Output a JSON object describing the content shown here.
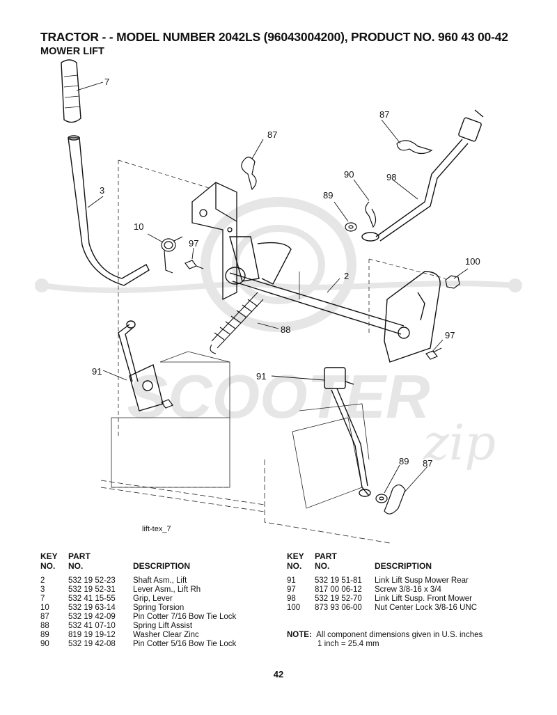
{
  "header": {
    "title": "TRACTOR - - MODEL NUMBER 2042LS (96043004200), PRODUCT NO. 960 43 00-42",
    "subtitle": "MOWER LIFT"
  },
  "diagram": {
    "callouts": [
      "7",
      "3",
      "10",
      "97",
      "87",
      "2",
      "88",
      "91",
      "87",
      "90",
      "98",
      "89",
      "100",
      "97",
      "91",
      "89",
      "87"
    ],
    "figure_tag": "lift-tex_7",
    "watermark_brand": "SCOOTER",
    "watermark_script": "zip"
  },
  "table_headers": {
    "key_1": "KEY",
    "key_2": "NO.",
    "part_1": "PART",
    "part_2": "NO.",
    "description": "DESCRIPTION"
  },
  "parts_left": [
    {
      "key": "2",
      "part": "532 19 52-23",
      "desc": "Shaft Asm., Lift"
    },
    {
      "key": "3",
      "part": "532 19 52-31",
      "desc": "Lever Asm., Lift Rh"
    },
    {
      "key": "7",
      "part": "532 41 15-55",
      "desc": "Grip, Lever"
    },
    {
      "key": "10",
      "part": "532 19 63-14",
      "desc": "Spring  Torsion"
    },
    {
      "key": "87",
      "part": "532 19 42-09",
      "desc": "Pin Cotter 7/16 Bow Tie Lock"
    },
    {
      "key": "88",
      "part": "532 41 07-10",
      "desc": "Spring Lift Assist"
    },
    {
      "key": "89",
      "part": "819 19 19-12",
      "desc": "Washer Clear Zinc"
    },
    {
      "key": "90",
      "part": "532 19 42-08",
      "desc": "Pin Cotter 5/16 Bow Tie Lock"
    }
  ],
  "parts_right": [
    {
      "key": "91",
      "part": "532 19 51-81",
      "desc": "Link Lift Susp Mower Rear"
    },
    {
      "key": "97",
      "part": "817 00 06-12",
      "desc": "Screw 3/8-16 x 3/4"
    },
    {
      "key": "98",
      "part": "532 19 52-70",
      "desc": "Link Lift Susp. Front Mower"
    },
    {
      "key": "100",
      "part": "873 93 06-00",
      "desc": "Nut Center Lock 3/8-16 UNC"
    }
  ],
  "note": {
    "label": "NOTE:",
    "line1": "All component dimensions given in U.S. inches",
    "line2": "1 inch = 25.4 mm"
  },
  "page_number": "42"
}
